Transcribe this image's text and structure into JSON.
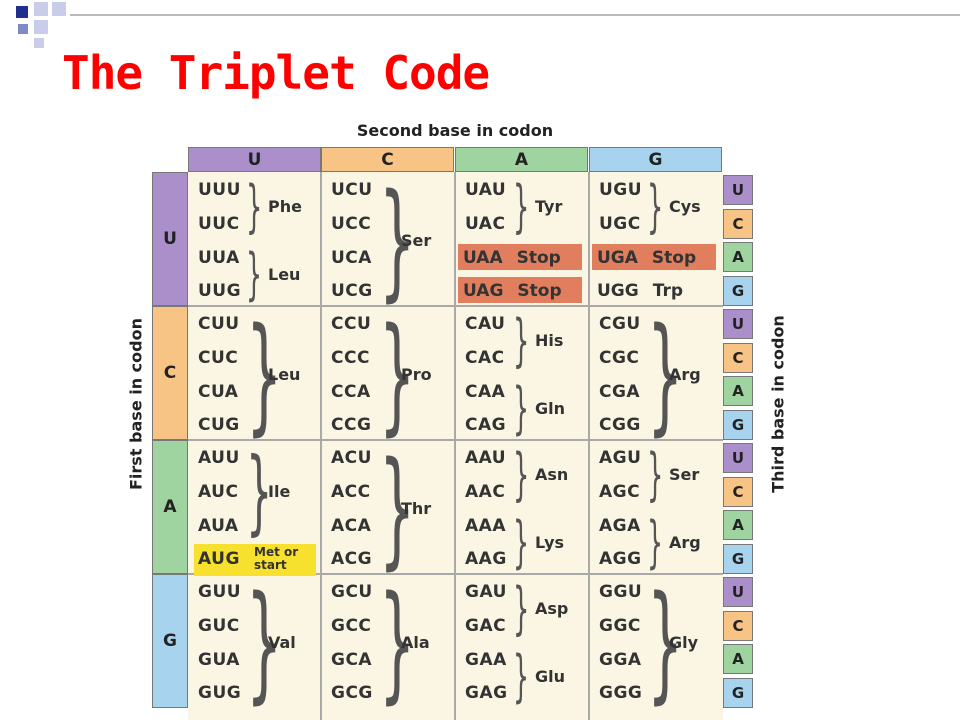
{
  "slide": {
    "title": "The Triplet Code",
    "colors": {
      "title": "#ff0000",
      "accent_dark": "#1f2f8f",
      "accent_light": "#9fa8d6",
      "line": "#b9b9b9"
    }
  },
  "table": {
    "top_label": "Second base in codon",
    "left_label": "First base in codon",
    "right_label": "Third base in codon",
    "second_bases": [
      "U",
      "C",
      "A",
      "G"
    ],
    "first_bases": [
      "U",
      "C",
      "A",
      "G"
    ],
    "third_bases": [
      "U",
      "C",
      "A",
      "G"
    ],
    "base_colors": {
      "U": "#ab8fcb",
      "C": "#f8c485",
      "A": "#9fd39f",
      "G": "#a7d3ef"
    },
    "stop_color": "#e07e5e",
    "start_color": "#f7e12e",
    "blocks": [
      {
        "codons": [
          "UUU",
          "UUC",
          "UUA",
          "UUG"
        ],
        "groups": [
          {
            "aa": "Phe",
            "rows": [
              0,
              1
            ]
          },
          {
            "aa": "Leu",
            "rows": [
              2,
              3
            ]
          }
        ]
      },
      {
        "codons": [
          "UCU",
          "UCC",
          "UCA",
          "UCG"
        ],
        "groups": [
          {
            "aa": "Ser",
            "rows": [
              0,
              3
            ]
          }
        ]
      },
      {
        "codons": [
          "UAU",
          "UAC"
        ],
        "groups": [
          {
            "aa": "Tyr",
            "rows": [
              0,
              1
            ]
          }
        ],
        "stops": [
          {
            "codon": "UAA",
            "label": "Stop",
            "row": 2
          },
          {
            "codon": "UAG",
            "label": "Stop",
            "row": 3
          }
        ]
      },
      {
        "codons": [
          "UGU",
          "UGC"
        ],
        "groups": [
          {
            "aa": "Cys",
            "rows": [
              0,
              1
            ]
          }
        ],
        "stops": [
          {
            "codon": "UGA",
            "label": "Stop",
            "row": 2
          }
        ],
        "extra": [
          {
            "codon": "UGG",
            "label": "Trp",
            "row": 3
          }
        ]
      },
      {
        "codons": [
          "CUU",
          "CUC",
          "CUA",
          "CUG"
        ],
        "groups": [
          {
            "aa": "Leu",
            "rows": [
              0,
              3
            ]
          }
        ]
      },
      {
        "codons": [
          "CCU",
          "CCC",
          "CCA",
          "CCG"
        ],
        "groups": [
          {
            "aa": "Pro",
            "rows": [
              0,
              3
            ]
          }
        ]
      },
      {
        "codons": [
          "CAU",
          "CAC",
          "CAA",
          "CAG"
        ],
        "groups": [
          {
            "aa": "His",
            "rows": [
              0,
              1
            ]
          },
          {
            "aa": "Gln",
            "rows": [
              2,
              3
            ]
          }
        ]
      },
      {
        "codons": [
          "CGU",
          "CGC",
          "CGA",
          "CGG"
        ],
        "groups": [
          {
            "aa": "Arg",
            "rows": [
              0,
              3
            ]
          }
        ]
      },
      {
        "codons": [
          "AUU",
          "AUC",
          "AUA"
        ],
        "groups": [
          {
            "aa": "Ile",
            "rows": [
              0,
              2
            ]
          }
        ],
        "start": {
          "codon": "AUG",
          "label": "Met or start",
          "row": 3
        }
      },
      {
        "codons": [
          "ACU",
          "ACC",
          "ACA",
          "ACG"
        ],
        "groups": [
          {
            "aa": "Thr",
            "rows": [
              0,
              3
            ]
          }
        ]
      },
      {
        "codons": [
          "AAU",
          "AAC",
          "AAA",
          "AAG"
        ],
        "groups": [
          {
            "aa": "Asn",
            "rows": [
              0,
              1
            ]
          },
          {
            "aa": "Lys",
            "rows": [
              2,
              3
            ]
          }
        ]
      },
      {
        "codons": [
          "AGU",
          "AGC",
          "AGA",
          "AGG"
        ],
        "groups": [
          {
            "aa": "Ser",
            "rows": [
              0,
              1
            ]
          },
          {
            "aa": "Arg",
            "rows": [
              2,
              3
            ]
          }
        ]
      },
      {
        "codons": [
          "GUU",
          "GUC",
          "GUA",
          "GUG"
        ],
        "groups": [
          {
            "aa": "Val",
            "rows": [
              0,
              3
            ]
          }
        ]
      },
      {
        "codons": [
          "GCU",
          "GCC",
          "GCA",
          "GCG"
        ],
        "groups": [
          {
            "aa": "Ala",
            "rows": [
              0,
              3
            ]
          }
        ]
      },
      {
        "codons": [
          "GAU",
          "GAC",
          "GAA",
          "GAG"
        ],
        "groups": [
          {
            "aa": "Asp",
            "rows": [
              0,
              1
            ]
          },
          {
            "aa": "Glu",
            "rows": [
              2,
              3
            ]
          }
        ]
      },
      {
        "codons": [
          "GGU",
          "GGC",
          "GGA",
          "GGG"
        ],
        "groups": [
          {
            "aa": "Gly",
            "rows": [
              0,
              3
            ]
          }
        ]
      }
    ]
  }
}
